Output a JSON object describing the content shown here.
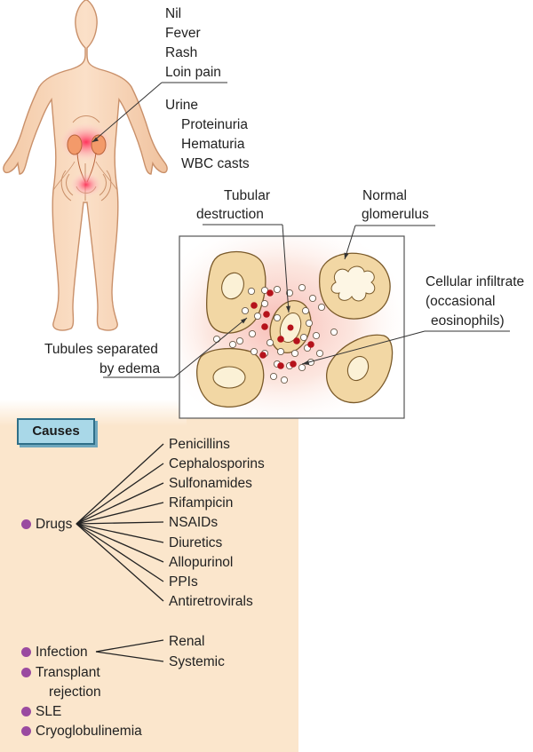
{
  "symptoms": {
    "items": [
      "Nil",
      "Fever",
      "Rash",
      "Loin pain"
    ]
  },
  "urine": {
    "title": "Urine",
    "items": [
      "Proteinuria",
      "Hematuria",
      "WBC casts"
    ]
  },
  "histology": {
    "tubular_destruction": [
      "Tubular",
      "destruction"
    ],
    "normal_glomerulus": [
      "Normal",
      "glomerulus"
    ],
    "cellular_infiltrate": [
      "Cellular infiltrate",
      "(occasional",
      "eosinophils)"
    ],
    "tubules_edema": [
      "Tubules separated",
      "by edema"
    ]
  },
  "causes": {
    "header": "Causes",
    "drugs_label": "Drugs",
    "drugs": [
      "Penicillins",
      "Cephalosporins",
      "Sulfonamides",
      "Rifampicin",
      "NSAIDs",
      "Diuretics",
      "Allopurinol",
      "PPIs",
      "Antiretrovirals"
    ],
    "infection_label": "Infection",
    "infection_types": [
      "Renal",
      "Systemic"
    ],
    "transplant_label": [
      "Transplant",
      "rejection"
    ],
    "sle_label": "SLE",
    "cryo_label": "Cryoglobulinemia"
  },
  "colors": {
    "bullet": "#9a4aa0",
    "panel_bg": "#fbe6cc",
    "cell_fill": "#f2d7a4",
    "header_bg": "#a9d8e8",
    "inflamed_cell": "#b5121b"
  }
}
